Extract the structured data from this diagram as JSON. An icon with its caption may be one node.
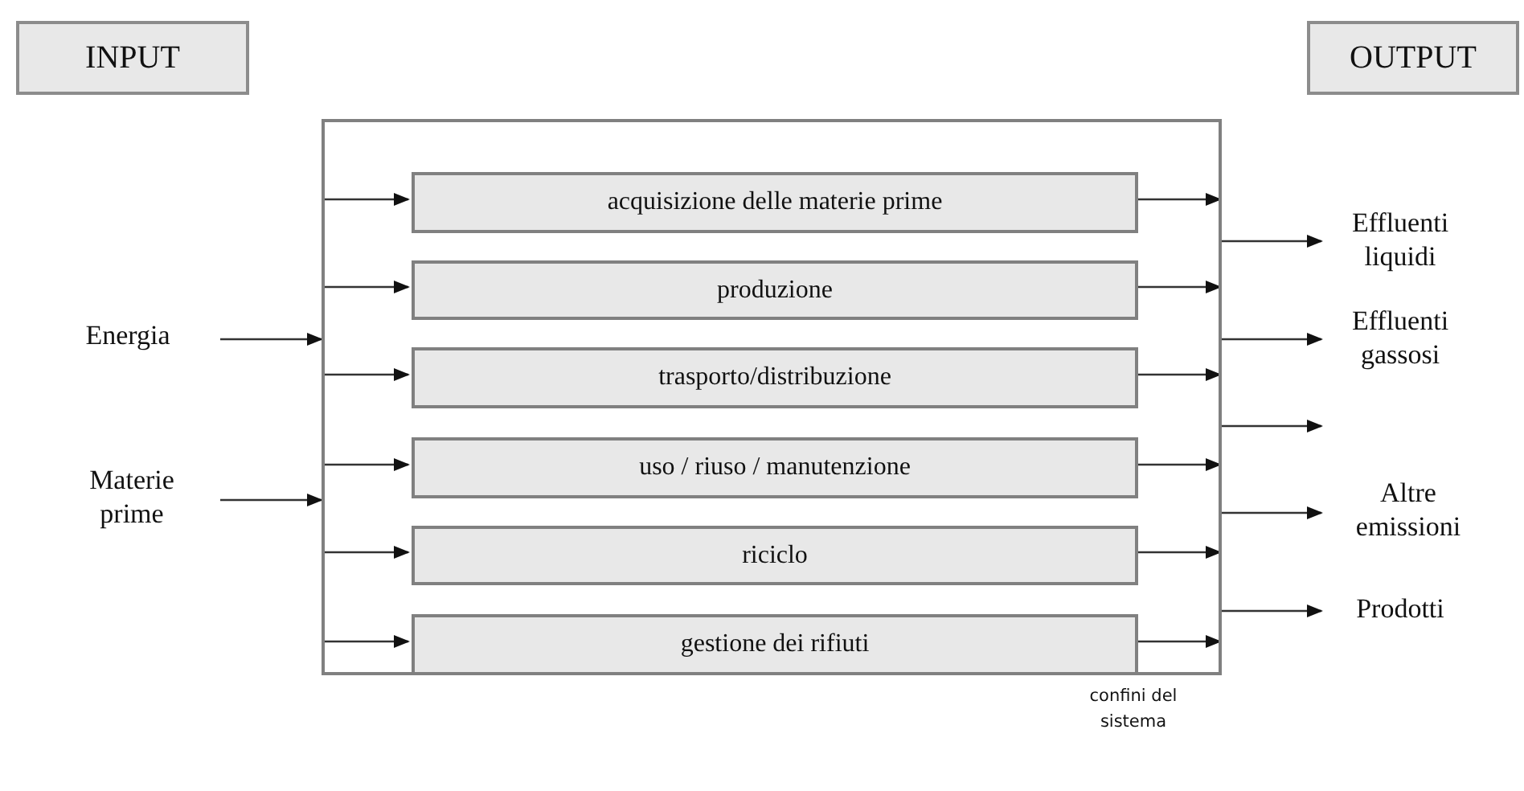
{
  "diagram": {
    "nodes": [
      {
        "text": [
          "INPUT"
        ]
      },
      {
        "text": [
          "OUTPUT"
        ]
      },
      {
        "text": [],
        "shape": "box",
        "beside": [
          "confini del sistema"
        ]
      },
      {
        "text": [
          "acquisizione delle materie prime"
        ],
        "in": 2
      },
      {
        "text": [
          "produzione"
        ],
        "in": 2
      },
      {
        "text": [
          "trasporto/distribuzione"
        ],
        "in": 2
      },
      {
        "text": [
          "uso / riuso / manutenzione"
        ],
        "in": 2
      },
      {
        "text": [
          "riciclo"
        ],
        "in": 2
      },
      {
        "text": [
          "gestione dei rifiuti"
        ],
        "in": 2
      },
      {
        "text": [
          "Energia"
        ]
      },
      {
        "text": [
          "Materie prime"
        ]
      },
      {
        "text": [
          "Effluenti liquidi"
        ]
      },
      {
        "text": [
          "Effluenti gassosi"
        ]
      },
      {
        "text": [
          "Altre emissioni"
        ]
      },
      {
        "text": [
          "Prodotti"
        ]
      }
    ],
    "edges": [
      {
        "from": 9,
        "to": 2,
        "arrow": "to"
      },
      {
        "from": 10,
        "to": 2,
        "arrow": "to"
      },
      {
        "from": 2,
        "to": 3,
        "arrow": "to"
      },
      {
        "from": 2,
        "to": 4,
        "arrow": "to"
      },
      {
        "from": 2,
        "to": 5,
        "arrow": "to"
      },
      {
        "from": 2,
        "to": 6,
        "arrow": "to"
      },
      {
        "from": 2,
        "to": 7,
        "arrow": "to"
      },
      {
        "from": 2,
        "to": 8,
        "arrow": "to"
      },
      {
        "from": 3,
        "to": 2,
        "arrow": "to"
      },
      {
        "from": 4,
        "to": 2,
        "arrow": "to"
      },
      {
        "from": 5,
        "to": 2,
        "arrow": "to"
      },
      {
        "from": 6,
        "to": 2,
        "arrow": "to"
      },
      {
        "from": 7,
        "to": 2,
        "arrow": "to"
      },
      {
        "from": 8,
        "to": 2,
        "arrow": "to"
      },
      {
        "from": 2,
        "to": 11,
        "arrow": "to"
      },
      {
        "from": 2,
        "to": 12,
        "arrow": "to"
      },
      {
        "from": 2,
        "to": null,
        "arrow": "to"
      },
      {
        "from": 2,
        "to": 13,
        "arrow": "to"
      },
      {
        "from": 2,
        "to": 14,
        "arrow": "to"
      }
    ]
  }
}
